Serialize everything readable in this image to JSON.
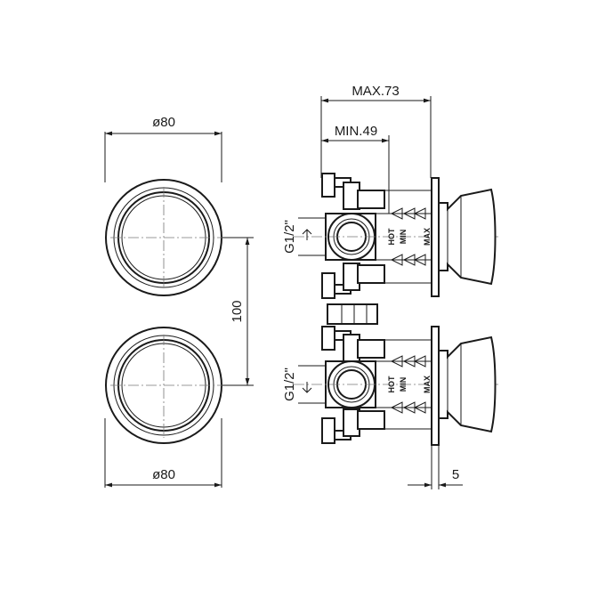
{
  "dimensions": {
    "top_diameter": "ø80",
    "bottom_diameter": "ø80",
    "center_distance": "100",
    "max_depth": "MAX.73",
    "min_depth": "MIN.49",
    "plate_thickness": "5",
    "thread_top": "G1/2\"",
    "thread_bottom": "G1/2\""
  },
  "labels": {
    "hot": "HOT",
    "min": "MIN",
    "max": "MAX"
  }
}
